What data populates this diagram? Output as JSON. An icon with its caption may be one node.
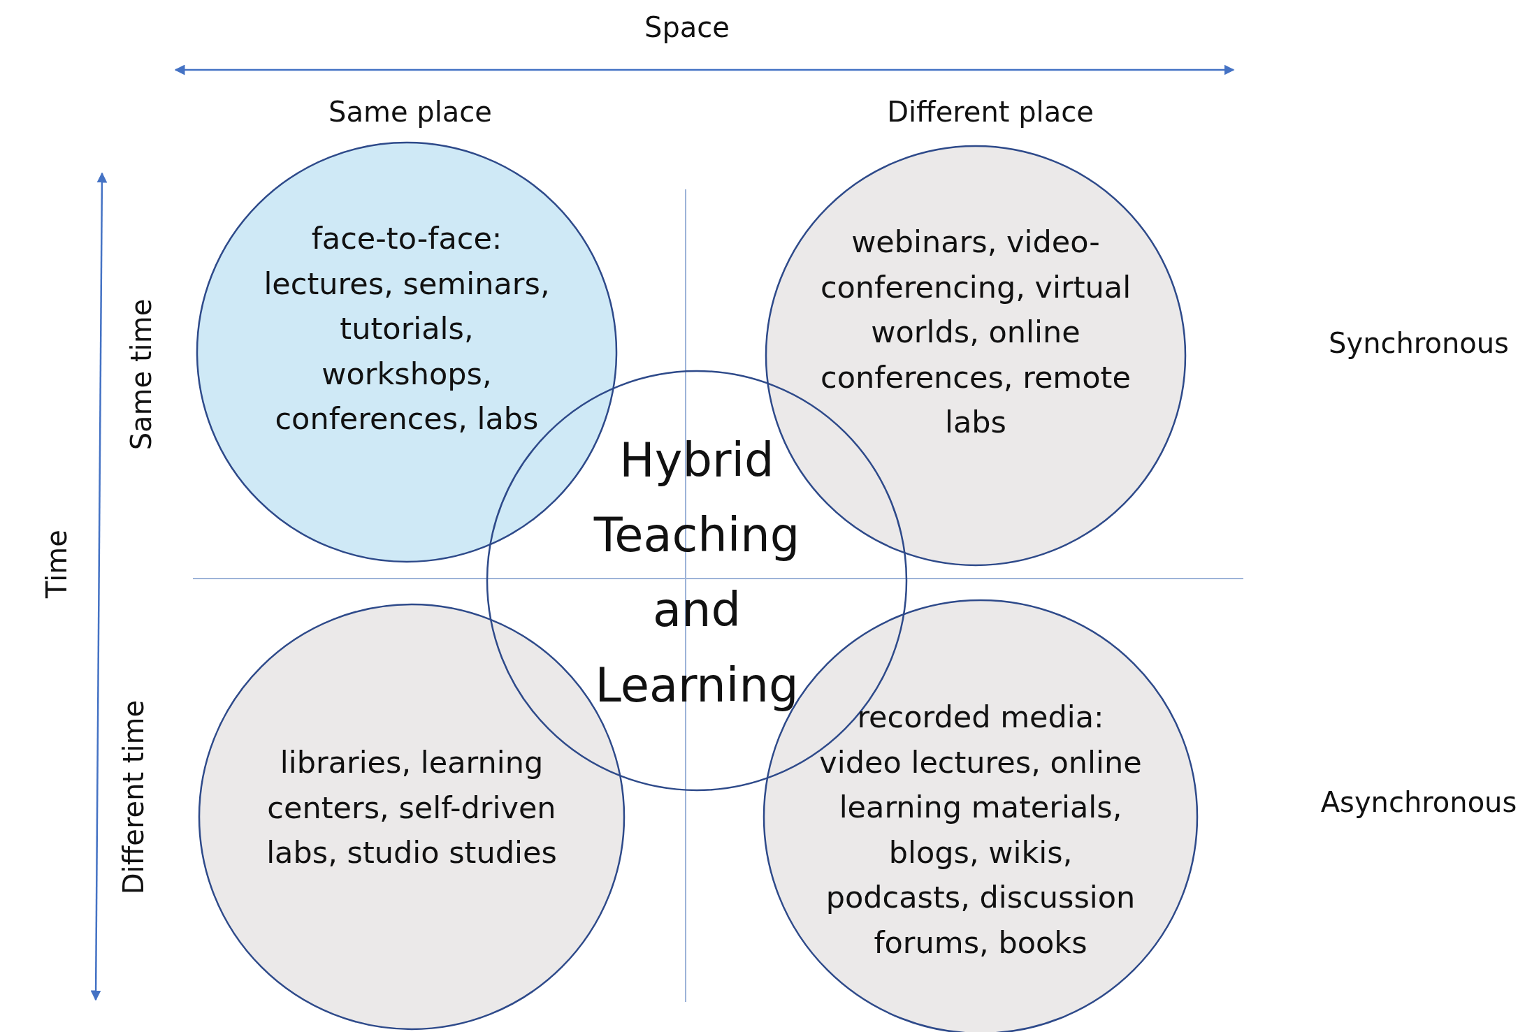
{
  "diagram": {
    "nodes": [
      {
        "text": [
          "face-to-face: lectures, seminars, tutorials, workshops, conferences, labs"
        ]
      },
      {
        "text": [
          "webinars, video-conferencing, virtual worlds, online conferences, remote labs"
        ]
      },
      {
        "text": [
          "Hybrid Teaching and Learning"
        ]
      },
      {
        "text": [
          "libraries, learning centers, self-driven labs, studio studies"
        ]
      },
      {
        "text": [
          "recorded media: video lectures, online learning materials, blogs, wikis, podcasts, discussion forums, books"
        ]
      }
    ],
    "labels": [
      "Space",
      "Same place",
      "Different place",
      "Time",
      "Same time",
      "Different time",
      "Synchronous",
      "Asynchronous"
    ]
  }
}
